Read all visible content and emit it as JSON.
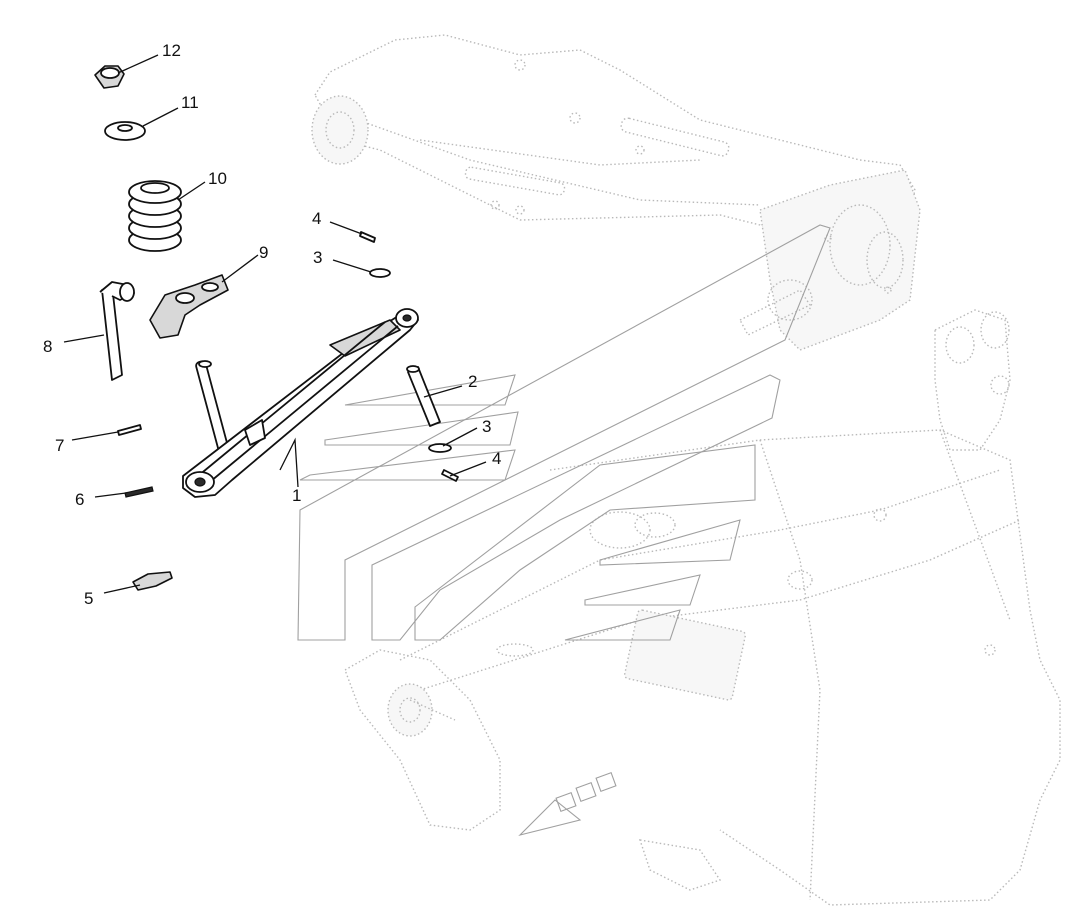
{
  "callouts": [
    {
      "id": "callout-12",
      "label": "12"
    },
    {
      "id": "callout-11",
      "label": "11"
    },
    {
      "id": "callout-10",
      "label": "10"
    },
    {
      "id": "callout-9",
      "label": "9"
    },
    {
      "id": "callout-8",
      "label": "8"
    },
    {
      "id": "callout-7",
      "label": "7"
    },
    {
      "id": "callout-6",
      "label": "6"
    },
    {
      "id": "callout-5",
      "label": "5"
    },
    {
      "id": "callout-4-top",
      "label": "4"
    },
    {
      "id": "callout-3-top",
      "label": "3"
    },
    {
      "id": "callout-2",
      "label": "2"
    },
    {
      "id": "callout-3-mid",
      "label": "3"
    },
    {
      "id": "callout-4-mid",
      "label": "4"
    },
    {
      "id": "callout-1",
      "label": "1"
    }
  ],
  "colors": {
    "part_outline": "#111111",
    "ghost_outline": "#b9b9b9",
    "band_outline": "#a0a0a0"
  },
  "icons": [
    "direction-arrow-icon"
  ]
}
